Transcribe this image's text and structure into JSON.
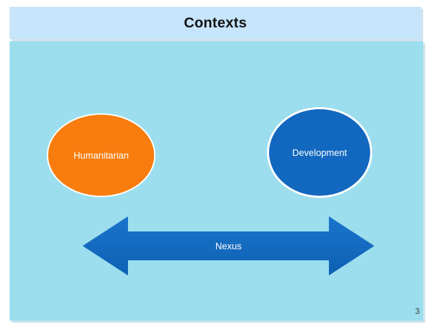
{
  "slide": {
    "title": "Contexts",
    "page_number": "3",
    "title_bar_color": "#C6E4FA",
    "body_background_color": "#9CDEEE"
  },
  "diagram": {
    "humanitarian": {
      "label": "Humanitarian",
      "shape": "ellipse",
      "fill_color": "#F87D0E",
      "border_color": "#FFFFFF",
      "text_color": "#FFFFFF"
    },
    "development": {
      "label": "Development",
      "shape": "ellipse",
      "fill_color": "#1268BF",
      "border_color": "#FFFFFF",
      "text_color": "#FFFFFF"
    },
    "nexus": {
      "label": "Nexus",
      "shape": "double-headed-arrow",
      "fill_color": "#1169C2",
      "text_color": "#FFFFFF"
    }
  }
}
